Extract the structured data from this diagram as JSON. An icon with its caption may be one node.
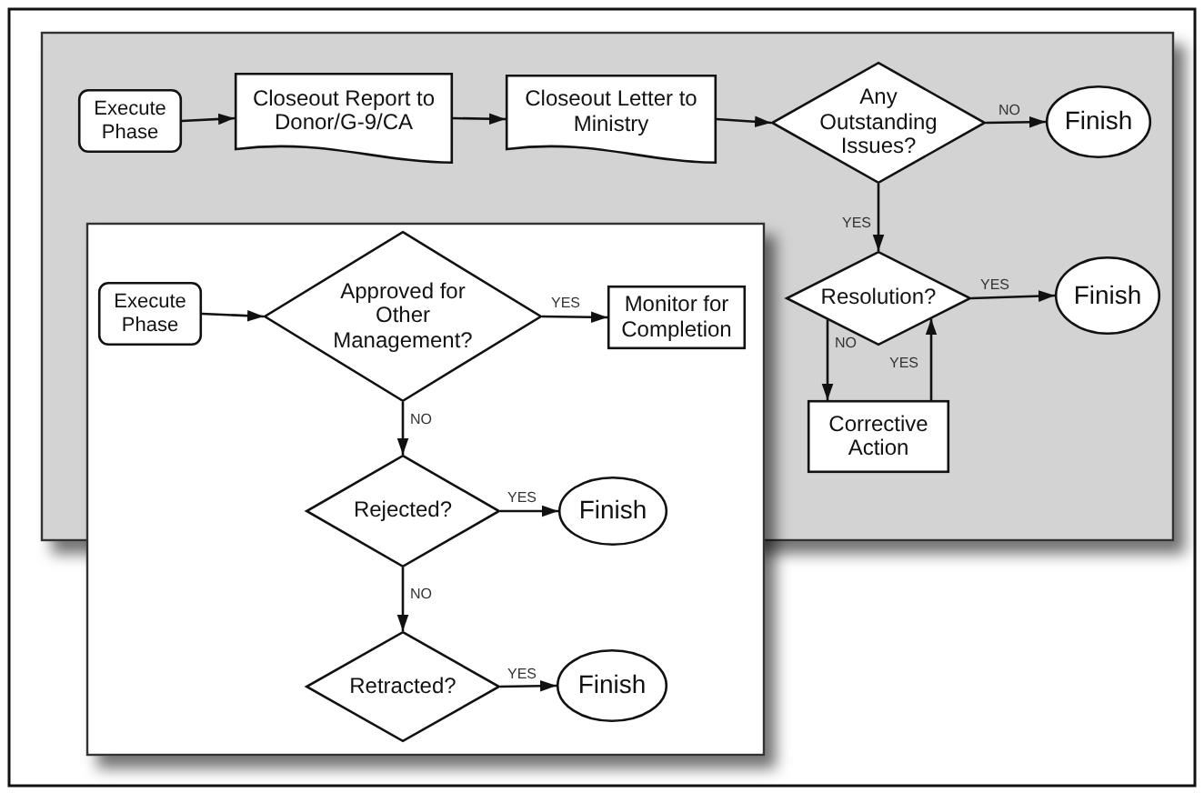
{
  "diagram": {
    "nodes": [
      {
        "text": [
          "Execute Phase"
        ]
      },
      {
        "text": [
          "Closeout Report to Donor/G-9/CA"
        ]
      },
      {
        "text": [
          "Closeout Letter to Ministry"
        ]
      },
      {
        "text": [
          "Any Outstanding Issues?"
        ]
      },
      {
        "text": [
          "Finish"
        ]
      },
      {
        "text": [
          "Resolution?"
        ]
      },
      {
        "text": [
          "Finish"
        ]
      },
      {
        "text": [
          "Corrective Action"
        ]
      },
      {
        "text": [
          "Execute Phase"
        ]
      },
      {
        "text": [
          "Approved for Other Management?"
        ]
      },
      {
        "text": [
          "Monitor for Completion"
        ]
      },
      {
        "text": [
          "Rejected?"
        ]
      },
      {
        "text": [
          "Finish"
        ]
      },
      {
        "text": [
          "Retracted?"
        ]
      },
      {
        "text": [
          "Finish"
        ]
      }
    ],
    "edges": [
      {
        "from": 0,
        "to": 1,
        "arrow": "to"
      },
      {
        "from": 1,
        "to": 2,
        "arrow": "to"
      },
      {
        "from": 2,
        "to": 3,
        "arrow": "to"
      },
      {
        "from": 3,
        "to": 4,
        "arrow": "to",
        "label": "NO"
      },
      {
        "from": 3,
        "to": 5,
        "arrow": "to",
        "label": "YES"
      },
      {
        "from": 5,
        "to": 6,
        "arrow": "to",
        "label": "YES"
      },
      {
        "from": 5,
        "to": 7,
        "arrow": "to",
        "label": "NO"
      },
      {
        "from": 7,
        "to": 5,
        "arrow": "to",
        "label": "YES"
      },
      {
        "from": 8,
        "to": 9,
        "arrow": "to"
      },
      {
        "from": 9,
        "to": 10,
        "arrow": "to",
        "label": "YES"
      },
      {
        "from": 9,
        "to": 11,
        "arrow": "to",
        "label": "NO"
      },
      {
        "from": 11,
        "to": 12,
        "arrow": "to",
        "label": "YES"
      },
      {
        "from": 11,
        "to": 13,
        "arrow": "to",
        "label": "NO"
      },
      {
        "from": 13,
        "to": 14,
        "arrow": "to",
        "label": "YES"
      }
    ]
  }
}
